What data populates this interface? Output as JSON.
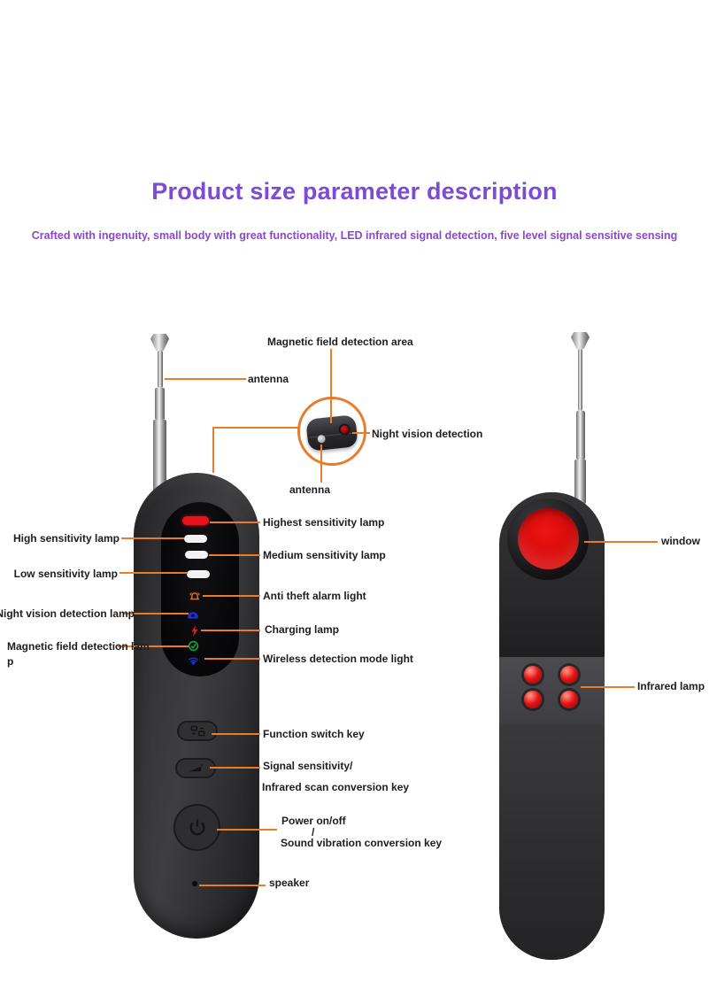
{
  "header": {
    "title": "Product size parameter description",
    "subtitle": "Crafted with ingenuity, small body with great functionality, LED infrared signal detection, five level signal sensitive sensing"
  },
  "top_view": {
    "magnetic_area_label": "Magnetic field detection area",
    "antenna_top_label": "antenna",
    "night_vision_label": "Night vision detection",
    "antenna_bottom_label": "antenna"
  },
  "front_view": {
    "high_sensitivity_label": "High sensitivity lamp",
    "low_sensitivity_label": "Low sensitivity lamp",
    "night_vision_lamp_label": "Night vision detection lamp",
    "magnetic_lamp_label_line1": "Magnetic field detection lam",
    "magnetic_lamp_label_line2": "p",
    "highest_sensitivity_label": "Highest sensitivity lamp",
    "medium_sensitivity_label": "Medium sensitivity lamp",
    "anti_theft_label": "Anti theft alarm light",
    "charging_label": "Charging lamp",
    "wireless_mode_label": "Wireless detection mode light",
    "function_switch_label": "Function switch key",
    "signal_sensitivity_label": "Signal sensitivity/",
    "infrared_scan_label": "Infrared scan conversion key",
    "power_label": "Power on/off",
    "power_slash": "/",
    "sound_vibration_label": "Sound vibration conversion key",
    "speaker_label": "speaker"
  },
  "back_view": {
    "window_label": "window",
    "infrared_lamp_label": "Infrared lamp"
  },
  "icons": {
    "panel": [
      "anti-theft-alarm-icon",
      "night-vision-icon",
      "charging-lightning-icon",
      "magnetic-field-icon",
      "wireless-wifi-icon"
    ],
    "buttons": [
      "function-grid-icon",
      "signal-ramp-icon",
      "power-icon"
    ]
  },
  "colors": {
    "accent": "#e87c28",
    "title": "#7b4bd3",
    "subtitle": "#8d46d3",
    "label": "#1d1d1d",
    "alarm_icon": "#e8731e",
    "night_icon": "#1b32d2",
    "charge_icon": "#e02020",
    "magnetic_icon": "#16a23a",
    "wifi_icon": "#2130cc",
    "lamp_red": "#e8111c",
    "lamp_white": "#f2f2f2",
    "window_red": "#d80c0c",
    "ir_lamp_red": "#e51414"
  }
}
